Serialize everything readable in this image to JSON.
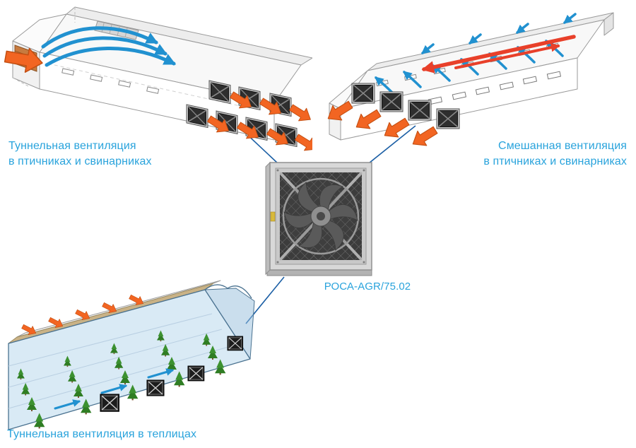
{
  "labels": {
    "tunnel_barn": {
      "line1": "Туннельная вентиляция",
      "line2": "в птичниках и свинарниках"
    },
    "mixed_barn": {
      "line1": "Смешанная вентиляция",
      "line2": "в птичниках и свинарниках"
    },
    "greenhouse": "Туннельная вентиляция в теплицах",
    "product_model": "РОСА-AGR/75.02"
  },
  "colors": {
    "caption_text": "#29a3dc",
    "inlet_exhaust_arrow_orange": "#f26522",
    "airflow_arrow_blue": "#2191d0",
    "airflow_arrow_red": "#e8402a",
    "connector_line_blue": "#1b5fa5",
    "evaporative_pad_brown": "#c77b3f",
    "roof_shade_band_tan": "#c9b286"
  }
}
